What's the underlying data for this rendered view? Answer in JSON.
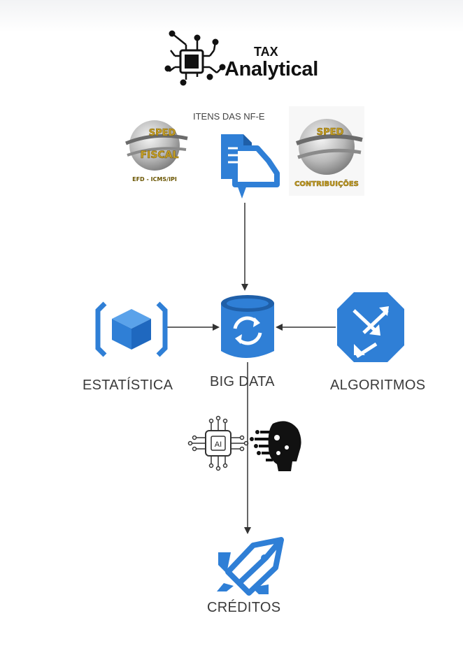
{
  "logo": {
    "tax": "TAX",
    "analytical": "Analytical"
  },
  "source": {
    "label": "ITENS DAS NF-E"
  },
  "sped_fiscal": {
    "title": "SPED",
    "subtitle": "FISCAL",
    "caption": "EFD - ICMS/IPI"
  },
  "sped_contribuicoes": {
    "title": "SPED",
    "caption": "CONTRIBUIÇÕES"
  },
  "nodes": {
    "estatistica": "ESTATÍSTICA",
    "big_data": "BIG DATA",
    "algoritmos": "ALGORITMOS",
    "creditos": "CRÉDITOS"
  },
  "ai_chip": {
    "label": "AI"
  },
  "colors": {
    "azure_blue": "#2f7fd6",
    "arrow": "#333333",
    "gold": "#c9a227"
  }
}
